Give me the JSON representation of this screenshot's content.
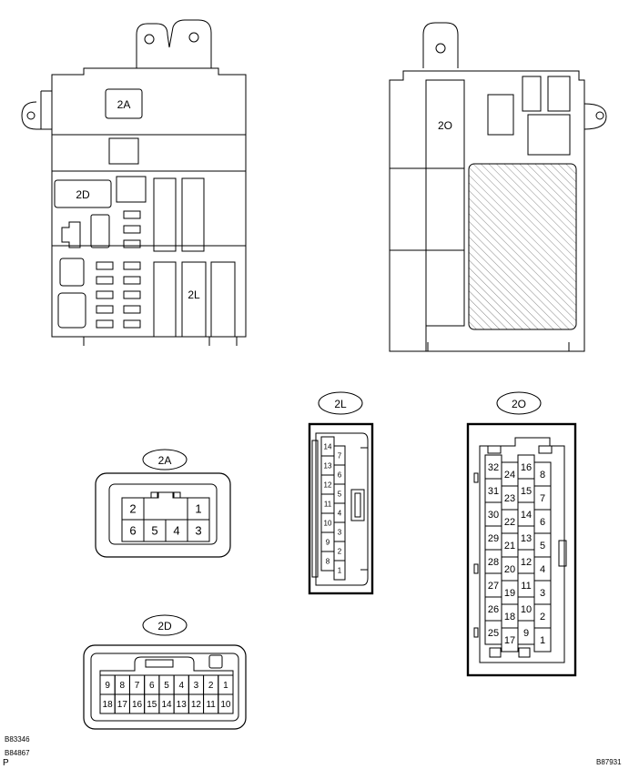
{
  "junction_block_labels": {
    "l2a": "2A",
    "l2d": "2D",
    "l2l": "2L",
    "l2o": "2O"
  },
  "connector_2a": {
    "title": "2A",
    "pins_top": [
      "2",
      "1"
    ],
    "pins_bottom": [
      "6",
      "5",
      "4",
      "3"
    ]
  },
  "connector_2d": {
    "title": "2D",
    "pins_top": [
      "9",
      "8",
      "7",
      "6",
      "5",
      "4",
      "3",
      "2",
      "1"
    ],
    "pins_bottom": [
      "18",
      "17",
      "16",
      "15",
      "14",
      "13",
      "12",
      "11",
      "10"
    ]
  },
  "connector_2l": {
    "title": "2L",
    "left_col": [
      "14",
      "13",
      "12",
      "11",
      "10",
      "9",
      "8"
    ],
    "right_col": [
      "7",
      "6",
      "5",
      "4",
      "3",
      "2",
      "1"
    ]
  },
  "connector_2o": {
    "title": "2O",
    "col_a": [
      "32",
      "31",
      "30",
      "29",
      "28",
      "27",
      "26",
      "25"
    ],
    "col_b": [
      "24",
      "23",
      "22",
      "21",
      "20",
      "19",
      "18",
      "17"
    ],
    "col_c": [
      "16",
      "15",
      "14",
      "13",
      "12",
      "11",
      "10",
      "9"
    ],
    "col_d": [
      "8",
      "7",
      "6",
      "5",
      "4",
      "3",
      "2",
      "1"
    ]
  },
  "refs": {
    "ref1": "B83346",
    "ref2": "B84867",
    "ref3": "P",
    "ref4": "B87931"
  }
}
